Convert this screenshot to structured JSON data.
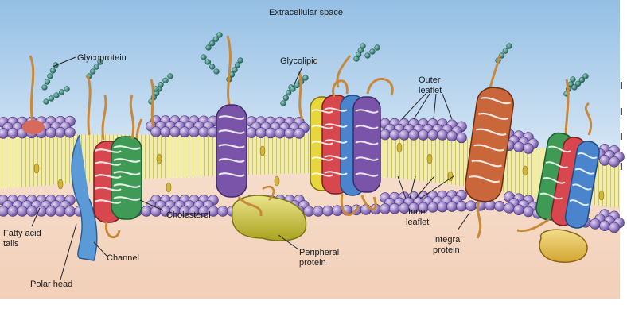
{
  "labels": {
    "extracellular": "Extracellular space",
    "glycoprotein": "Glycoprotein",
    "glycolipid": "Glycolipid",
    "outer_leaflet_1": "Outer",
    "outer_leaflet_2": "leaflet",
    "inner_leaflet_1": "Inner",
    "inner_leaflet_2": "leaflet",
    "cholesterol": "Cholesterol",
    "fatty_acid_1": "Fatty acid",
    "fatty_acid_2": "tails",
    "channel": "Channel",
    "polar_head": "Polar head",
    "peripheral_1": "Peripheral",
    "peripheral_2": "protein",
    "integral_1": "Integral",
    "integral_2": "protein"
  },
  "colors": {
    "sky_top": "#9cc3e6",
    "sky_bottom": "#e3eef8",
    "cytoplasm": "#f4d8c4",
    "phospholipid_head": "#9c84c8",
    "tail_core": "#f1ecac",
    "sugar_chain": "#2f7f72",
    "stalk": "#c88a3a",
    "peripheral_protein": "#c9c33a",
    "helix_red": "#d8474d",
    "helix_green": "#3f9a55",
    "helix_blue": "#4a84cc",
    "helix_purple": "#7a54a8",
    "helix_yellow": "#e7d63c",
    "helix_orange": "#c9663a"
  },
  "edge_glyphs": [
    "I",
    "I",
    "I",
    "I"
  ]
}
